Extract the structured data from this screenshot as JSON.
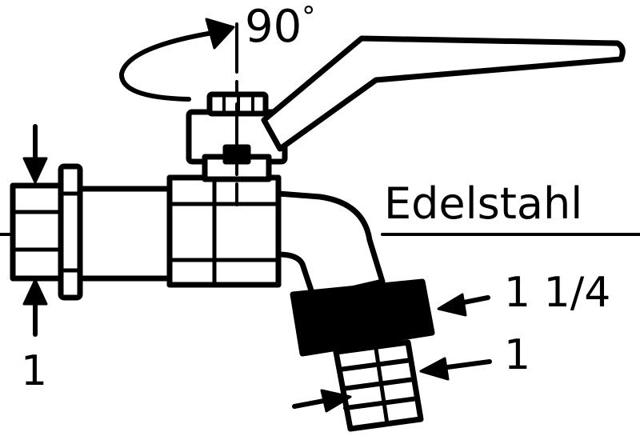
{
  "labels": {
    "rotation_angle": "90",
    "rotation_unit": "°",
    "material": "Edelstahl",
    "inlet_thread": "1",
    "outlet_nut_thread": "1 1/4",
    "hose_tail_size": "1"
  },
  "colors": {
    "ink": "#000000",
    "paper": "#ffffff"
  }
}
